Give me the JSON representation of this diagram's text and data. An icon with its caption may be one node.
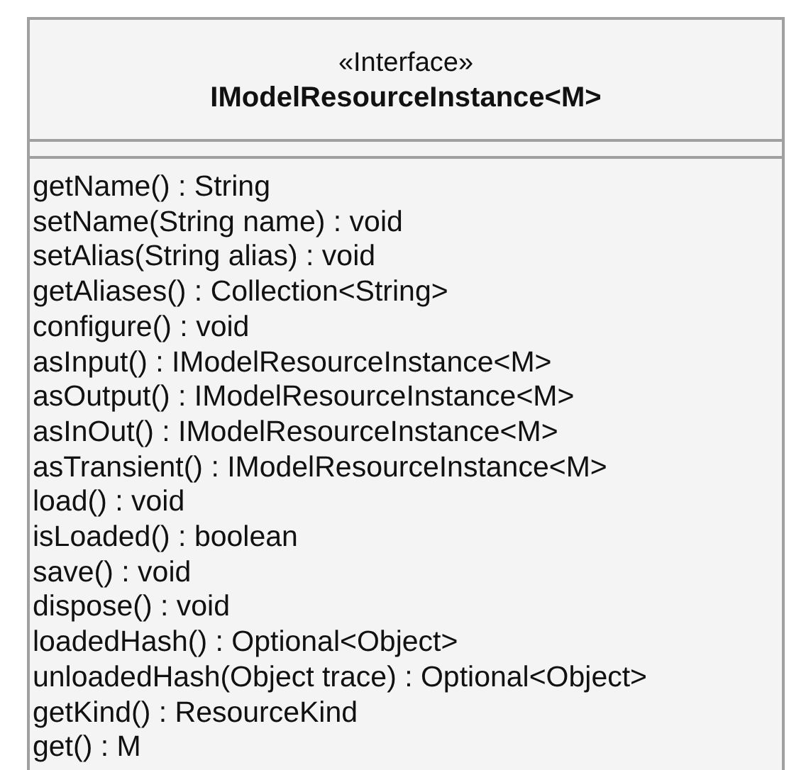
{
  "diagram": {
    "nodes": [
      {
        "text": [
          "«Interface»",
          "IModelResourceInstance<M>",
          "getName() : String",
          "setName(String name) : void",
          "setAlias(String alias) : void",
          "getAliases() : Collection<String>",
          "configure() : void",
          "asInput() : IModelResourceInstance<M>",
          "asOutput() : IModelResourceInstance<M>",
          "asInOut() : IModelResourceInstance<M>",
          "asTransient() : IModelResourceInstance<M>",
          "load() : void",
          "isLoaded() : boolean",
          "save() : void",
          "dispose() : void",
          "loadedHash() : Optional<Object>",
          "unloadedHash(Object trace) : Optional<Object>",
          "getKind() : ResourceKind",
          "get() : M"
        ]
      }
    ]
  }
}
